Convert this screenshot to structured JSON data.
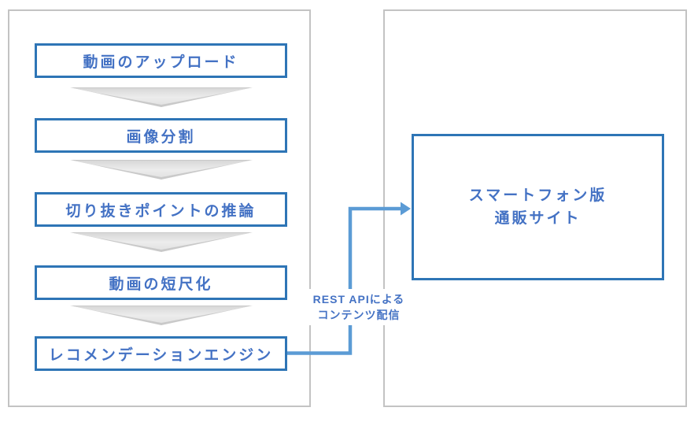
{
  "pipeline": {
    "steps": [
      {
        "label": "動画のアップロード"
      },
      {
        "label": "画像分割"
      },
      {
        "label": "切り抜きポイントの推論"
      },
      {
        "label": "動画の短尺化"
      },
      {
        "label": "レコメンデーションエンジン"
      }
    ]
  },
  "client": {
    "box": {
      "line1": "スマートフォン版",
      "line2": "通販サイト"
    }
  },
  "connector": {
    "label_line1": "REST APIによる",
    "label_line2": "コンテンツ配信"
  },
  "icons": {
    "step_separator": "down-arrow-icon",
    "connector_head": "right-arrowhead-icon"
  },
  "colors": {
    "box_border": "#2E75B6",
    "box_text": "#4472C4",
    "connector": "#5B9BD5",
    "panel_border": "#C3C3C3",
    "chevron_fill": "#E8E8E8"
  }
}
